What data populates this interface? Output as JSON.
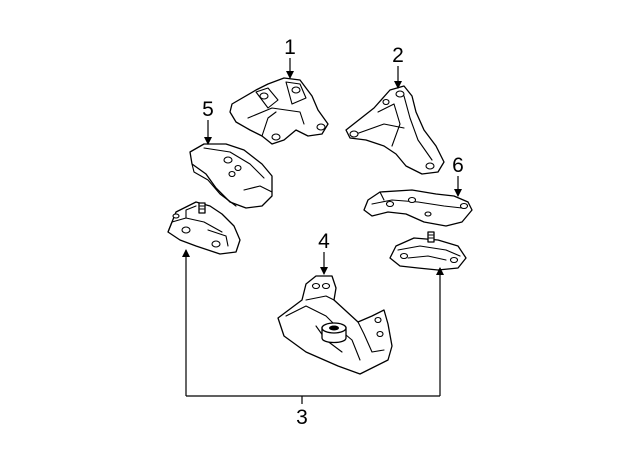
{
  "diagram": {
    "callouts": {
      "part1": "1",
      "part2": "2",
      "part3": "3",
      "part4": "4",
      "part5": "5",
      "part6": "6"
    }
  },
  "colors": {
    "background": "#ffffff",
    "line": "#000000"
  }
}
